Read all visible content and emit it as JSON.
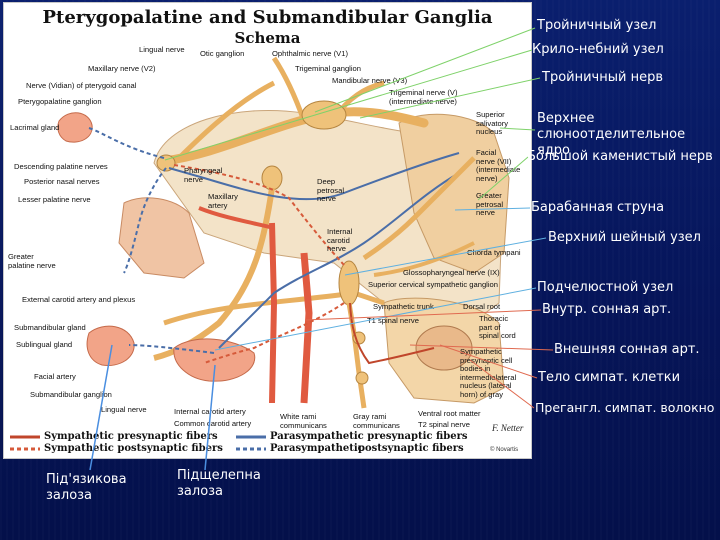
{
  "diagram": {
    "title": "Pterygopalatine and Submandibular Ganglia",
    "subtitle": "Schema",
    "labels": {
      "lingual_nerve": "Lingual nerve",
      "otic_ganglion": "Otic ganglion",
      "ophthalmic_nerve": "Ophthalmic nerve (V1)",
      "maxillary_nerve_v2": "Maxillary nerve (V2)",
      "trigeminal_ganglion": "Trigeminal ganglion",
      "nerve_vidian": "Nerve (Vidian) of pterygoid canal",
      "mandibular_nerve": "Mandibular nerve (V3)",
      "pterygopalatine_ganglion": "Pterygopalatine ganglion",
      "trigeminal_nerve": "Trigeminal nerve (V)\n(intermediate nerve)",
      "lacrimal_gland": "Lacrimal gland",
      "superior_salivatory": "Superior\nsalivatory\nnucleus",
      "descending_palatine": "Descending palatine nerves",
      "posterior_nasal": "Posterior nasal nerves",
      "pharyngeal_nerve": "Pharyngeal\nnerve",
      "lesser_palatine": "Lesser palatine nerve",
      "maxillary_artery": "Maxillary\nartery",
      "deep_petrosal": "Deep\npetrosal\nnerve",
      "facial_nerve": "Facial\nnerve (VII)\n(intermediate\nnerve)",
      "greater_petrosal": "Greater\npetrosal\nnerve",
      "internal_carotid_plexus": "Internal\ncarotid\nnerve",
      "greater_palatine": "Greater\npalatine nerve",
      "chorda_tympani": "Chorda tympani",
      "glossopharyngeal": "Glossopharyngeal nerve (IX)",
      "superior_cervical": "Superior cervical sympathetic ganglion",
      "external_carotid": "External carotid artery and plexus",
      "sympathetic_trunk": "Sympathetic trunk",
      "dorsal_root": "Dorsal root",
      "t1_spinal": "T1 spinal nerve",
      "thoracic_cord": "Thoracic\npart of\nspinal cord",
      "submandibular_gland": "Submandibular gland",
      "sublingual_gland": "Sublingual gland",
      "sympathetic_presyn_cells": "Sympathetic\npresynaptic cell\nbodies in\nintermediolateral\nnucleus (lateral\nhorn) of gray",
      "facial_artery": "Facial artery",
      "submandibular_ganglion": "Submandibular ganglion",
      "lingual_nerve_2": "Lingual nerve",
      "internal_carotid_artery": "Internal carotid artery",
      "common_carotid": "Common carotid artery",
      "white_rami": "White rami\ncommunicans",
      "gray_rami": "Gray rami\ncommunicans",
      "ventral_root": "Ventral root",
      "t2_spinal": "T2 spinal nerve",
      "matter": "matter"
    },
    "legend": {
      "symp_pre": "Sympathetic presynaptic fibers",
      "symp_post": "Sympathetic postsynaptic fibers",
      "para_pre": "Parasympathetic presynaptic fibers",
      "para_post_a": "Parasympathetic",
      "para_post_b": "postsynaptic fibers"
    },
    "signature": "F. Netter",
    "copyright": "© Novartis"
  },
  "annotations": {
    "trigeminal_node": "Тройничный узел",
    "pterygopalatine_node": "Крило-небний узел",
    "trigeminal_nerve": "Тройничный нерв",
    "upper_salivatory": "Верхнее слюноотделительное ядро",
    "greater_petrosal": "Большой каменистый нерв",
    "chorda_tympani": "Барабанная струна",
    "superior_cervical": "Верхний шейный узел",
    "submandibular_node": "Подчелюстной узел",
    "internal_carotid": "Внутр. сонная арт.",
    "external_carotid": "Внешняя сонная арт.",
    "symp_cells": "Тело  симпат. клетки",
    "preganglionic": "Прегангл. симпат.  волокно"
  },
  "bottom_labels": {
    "sublingual": "Під'язикова залоза",
    "submandibular": "Підщелепна залоза"
  },
  "colors": {
    "background": "#0a1f6e",
    "symp_pre": "#c0462b",
    "symp_post": "#d65a3a",
    "para_pre": "#4a6ea8",
    "para_post": "#5577aa",
    "nerve": "#e8b060",
    "annotation_line": "#7fd26a"
  }
}
